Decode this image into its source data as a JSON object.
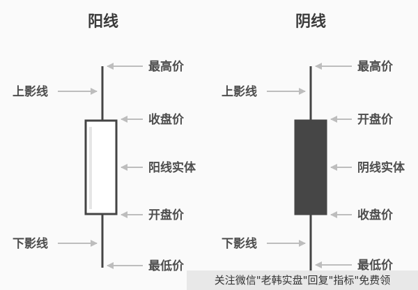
{
  "yang": {
    "title": "阳线",
    "labels": {
      "high": "最高价",
      "upper_shadow": "上影线",
      "top": "收盘价",
      "body": "阳线实体",
      "bottom": "开盘价",
      "lower_shadow": "下影线",
      "low": "最低价"
    },
    "colors": {
      "body_fill": "#ffffff",
      "body_stroke": "#444444"
    }
  },
  "yin": {
    "title": "阴线",
    "labels": {
      "high": "最高价",
      "upper_shadow": "上影线",
      "top": "开盘价",
      "body": "阴线实体",
      "bottom": "收盘价",
      "lower_shadow": "下影线",
      "low": "最低价"
    },
    "colors": {
      "body_fill": "#464646",
      "body_stroke": "#444444"
    }
  },
  "watermark": "关注微信\"老韩实盘\"回复\"指标\"免费领"
}
